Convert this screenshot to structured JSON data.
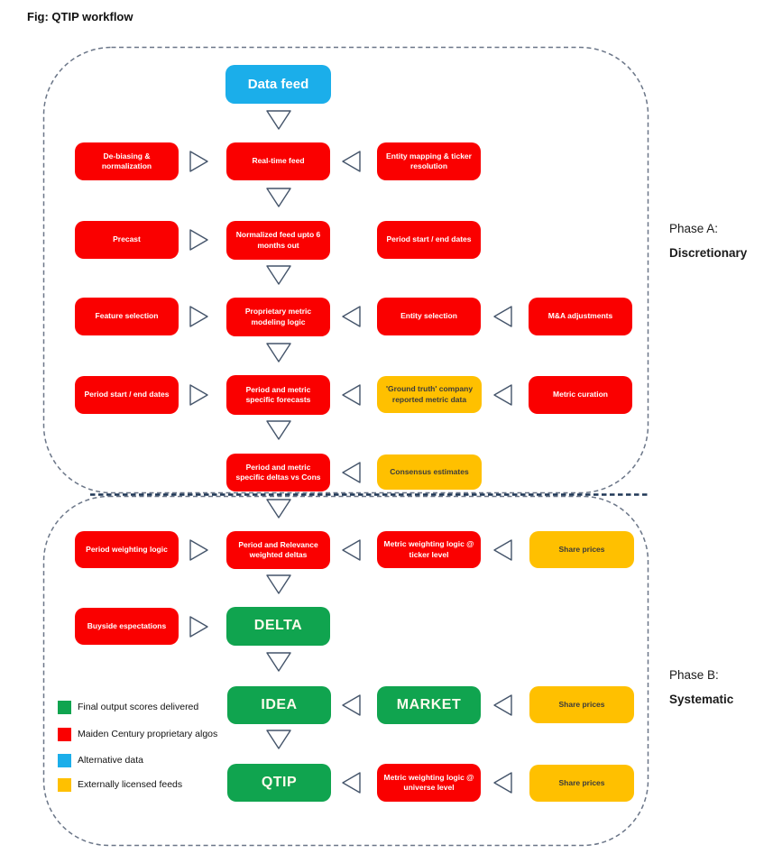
{
  "title": "Fig: QTIP workflow",
  "colors": {
    "red": "#FA0000",
    "blue": "#1BAEEA",
    "green": "#10A44F",
    "yellow": "#FFC000",
    "arrow": "#44546A",
    "border": "#6B7688",
    "divider": "#1F3756"
  },
  "phase_a": {
    "line1": "Phase A:",
    "line2": "Discretionary"
  },
  "phase_b": {
    "line1": "Phase B:",
    "line2": "Systematic"
  },
  "legend": {
    "final_output": "Final output scores delivered",
    "proprietary": "Maiden Century proprietary algos",
    "alternative": "Alternative data",
    "external": "Externally licensed feeds"
  },
  "nodes": {
    "data_feed": "Data feed",
    "debias": "De-biasing & normalization",
    "realtime": "Real-time feed",
    "entity_mapping": "Entity mapping & ticker resolution",
    "precast": "Precast",
    "normalized": "Normalized feed upto 6 months out",
    "period_dates_a": "Period start / end dates",
    "feature_selection": "Feature selection",
    "prop_metric": "Proprietary metric modeling logic",
    "entity_selection": "Entity selection",
    "mna": "M&A adjustments",
    "period_dates_b": "Period start / end dates",
    "forecasts": "Period and metric specific forecasts",
    "ground_truth": "'Ground truth' company reported metric data",
    "metric_curation": "Metric curation",
    "deltas_cons": "Period and metric specific deltas vs Cons",
    "consensus": "Consensus estimates",
    "period_weighting": "Period weighting logic",
    "weighted_deltas": "Period and Relevance weighted deltas",
    "metric_w_ticker": "Metric weighting logic @ ticker level",
    "share_prices_1": "Share prices",
    "buyside": "Buyside espectations",
    "delta": "DELTA",
    "idea": "IDEA",
    "market": "MARKET",
    "share_prices_2": "Share prices",
    "qtip": "QTIP",
    "metric_w_universe": "Metric weighting logic @ universe level",
    "share_prices_3": "Share prices"
  }
}
